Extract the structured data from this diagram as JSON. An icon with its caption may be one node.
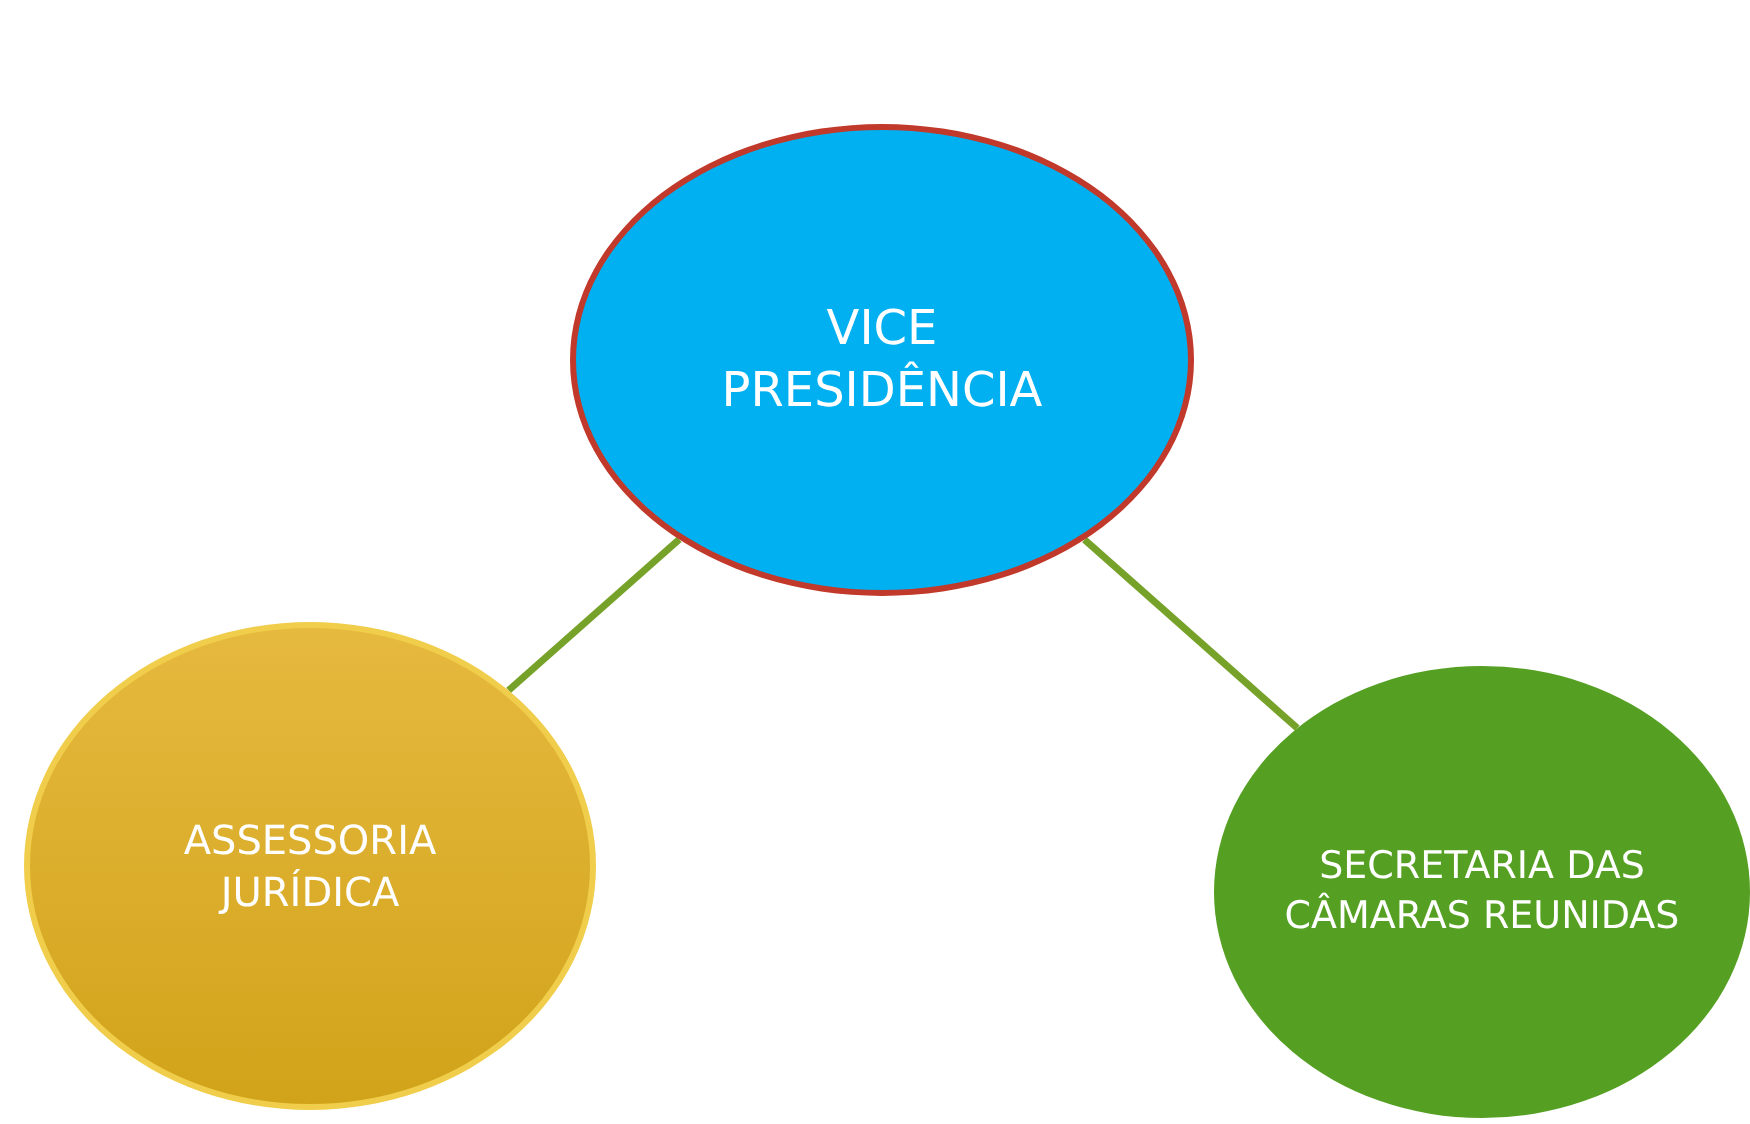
{
  "diagram": {
    "nodes": [
      {
        "text": [
          "VICE PRESIDÊNCIA"
        ]
      },
      {
        "text": [
          "ASSESSORIA JURÍDICA"
        ]
      },
      {
        "text": [
          "SECRETARIA DAS CÂMARAS REUNIDAS"
        ]
      }
    ],
    "edges": [
      {
        "from": 0,
        "to": 1,
        "arrow": "none"
      },
      {
        "from": 0,
        "to": 2,
        "arrow": "none"
      }
    ]
  }
}
